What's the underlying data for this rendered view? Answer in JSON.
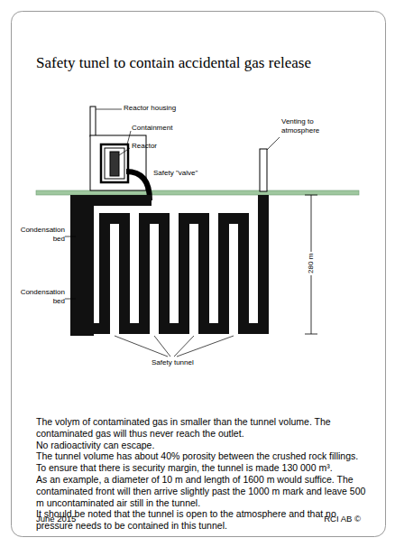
{
  "diagram": {
    "title": "Safety tunel to contain accidental gas release",
    "labels": [
      "Reactor housing",
      "Containment",
      "Reactor",
      "Safety \"valve\"",
      "Venting to atmosphere",
      "Condensation bed",
      "280 m",
      "Condensation bed",
      "Safety tunnel",
      "The volym of contaminated gas in smaller than the tunnel volume. The contaminated gas will thus never reach the outlet.",
      "No radioactivity can escape.",
      "The tunnel volume has about 40% porosity between the crushed rock fillings.",
      "To ensure that there is security margin, the tunnel is made 130 000 m³.",
      "As an example, a diameter of 10 m and length of 1600 m would suffice. The contaminated front will then arrive slightly past the 1000 m mark and leave 500 m uncontaminated air still in the tunnel.",
      "It should be noted that the  tunnel is open to the atmosphere and that no pressure needs to be contained in this tunnel.",
      "June 2015",
      "RCI AB ©"
    ]
  }
}
